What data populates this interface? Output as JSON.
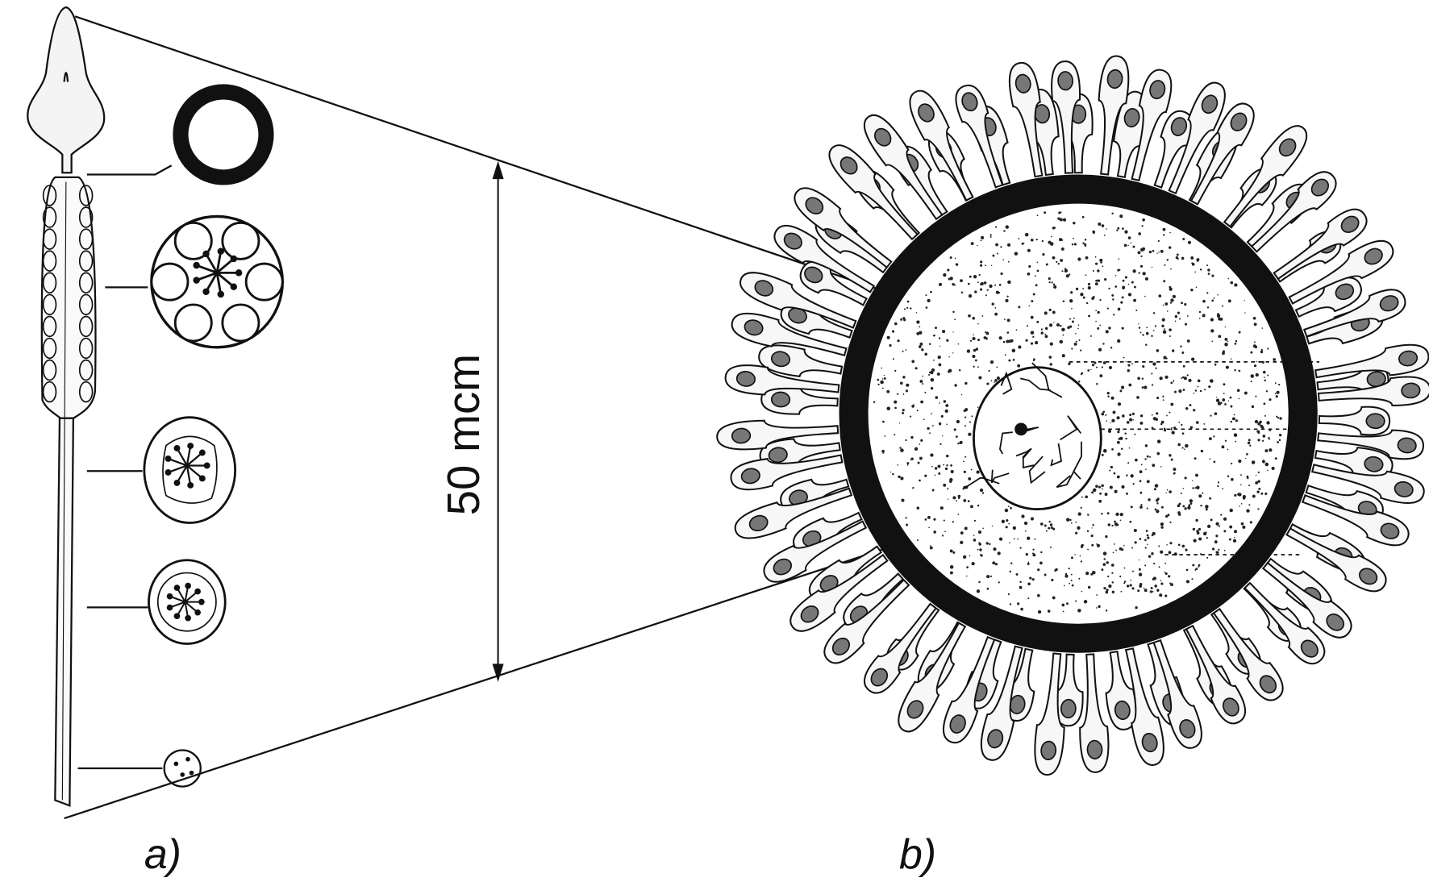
{
  "figure": {
    "scale_label": "50 mcm",
    "panel_a_label": "a)",
    "panel_b_label": "b)"
  },
  "colors": {
    "ink": "#111111",
    "background": "#ffffff"
  }
}
